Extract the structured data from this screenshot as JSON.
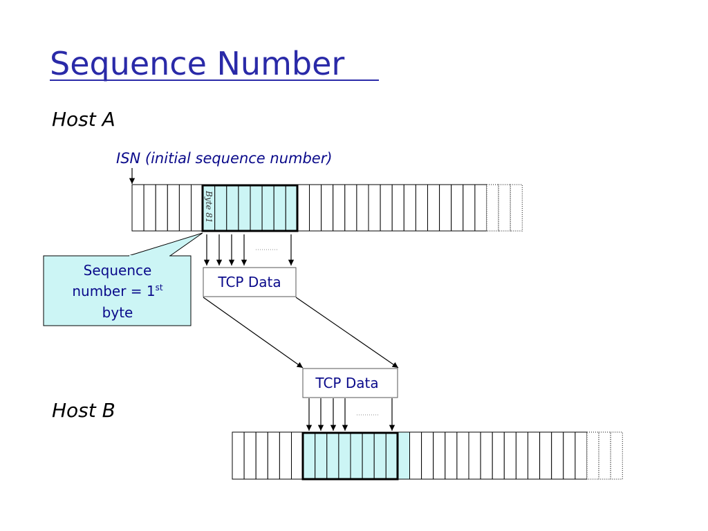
{
  "title": "Sequence Number",
  "host_a": {
    "label": "Host A"
  },
  "host_b": {
    "label": "Host B"
  },
  "isn_label": "ISN (initial sequence number)",
  "byte_label": "Byte 81",
  "tcp_data_sender": "TCP Data",
  "tcp_data_receiver": "TCP Data",
  "callout": {
    "line1": "Sequence",
    "line2": "number = 1",
    "line2_sup": "st",
    "line3": "byte"
  },
  "colors": {
    "title": "#2a2aa8",
    "text": "#0a0a8a",
    "highlight": "#ccf5f5"
  }
}
